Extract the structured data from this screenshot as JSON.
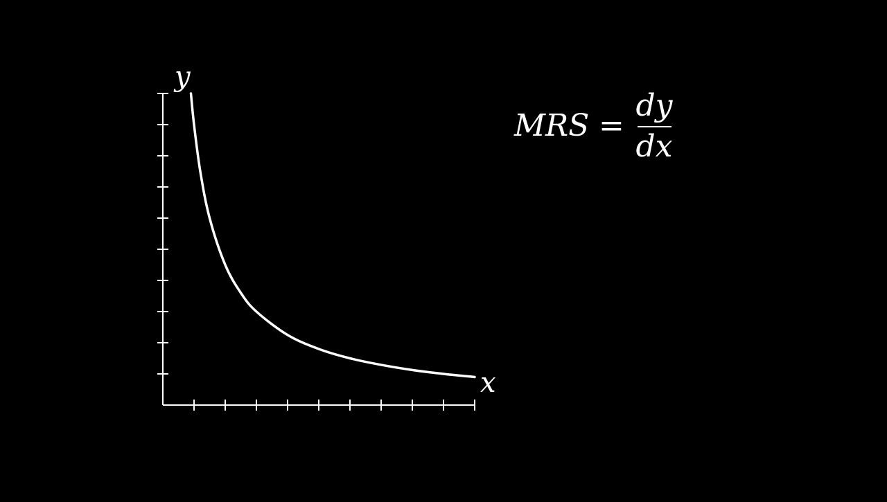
{
  "chart_data": {
    "type": "line",
    "title": "",
    "xlabel": "x",
    "ylabel": "y",
    "xlim": [
      0,
      10
    ],
    "ylim": [
      0,
      10
    ],
    "x_ticks": [
      1,
      2,
      3,
      4,
      5,
      6,
      7,
      8,
      9,
      10
    ],
    "y_ticks": [
      1,
      2,
      3,
      4,
      5,
      6,
      7,
      8,
      9,
      10
    ],
    "grid": false,
    "series": [
      {
        "name": "",
        "x": [
          0.9,
          1,
          1.2,
          1.5,
          2,
          2.5,
          3,
          4,
          5,
          6,
          7,
          8,
          9,
          10
        ],
        "y": [
          10,
          9,
          7.5,
          6,
          4.5,
          3.6,
          3,
          2.25,
          1.8,
          1.5,
          1.29,
          1.125,
          1,
          0.9
        ]
      }
    ]
  },
  "annotation": {
    "lhs": "MRS",
    "equals": "=",
    "numerator": "dy",
    "denominator": "dx"
  },
  "colors": {
    "background": "#000000",
    "foreground": "#ffffff"
  }
}
